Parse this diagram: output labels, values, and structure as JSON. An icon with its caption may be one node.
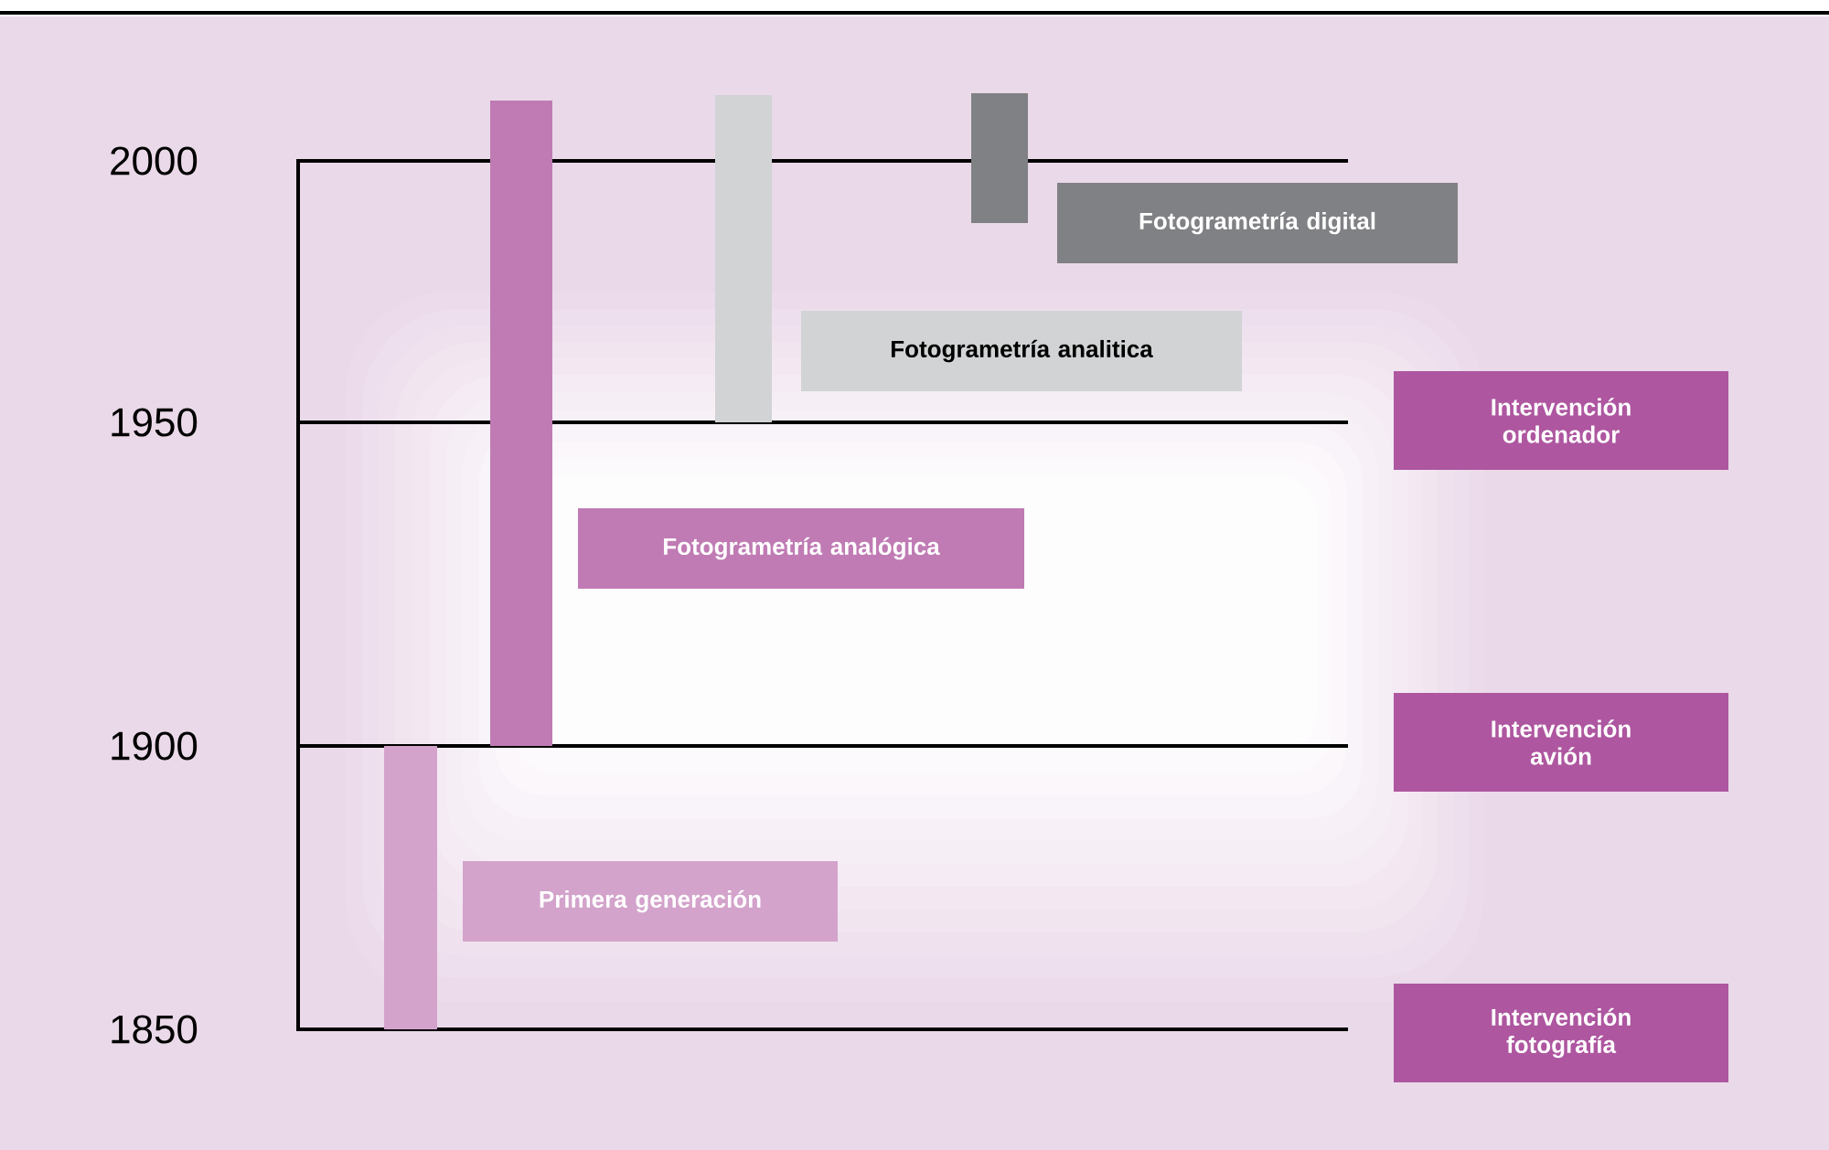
{
  "diagram": {
    "nodes": [
      {
        "text": [
          "Fotogrametría digital"
        ]
      },
      {
        "text": [
          "Fotogrametría analitica"
        ]
      },
      {
        "text": [
          "Fotogrametría analógica"
        ]
      },
      {
        "text": [
          "Primera generación"
        ]
      },
      {
        "text": [
          "Intervención ordenador"
        ]
      },
      {
        "text": [
          "Intervención avión"
        ]
      },
      {
        "text": [
          "Intervención fotografía"
        ]
      },
      {
        "text": [],
        "shape": "bar"
      },
      {
        "text": [],
        "shape": "bar"
      },
      {
        "text": [],
        "shape": "bar"
      },
      {
        "text": [],
        "shape": "bar"
      }
    ],
    "labels": [
      "2000",
      "1950",
      "1900",
      "1850"
    ]
  }
}
